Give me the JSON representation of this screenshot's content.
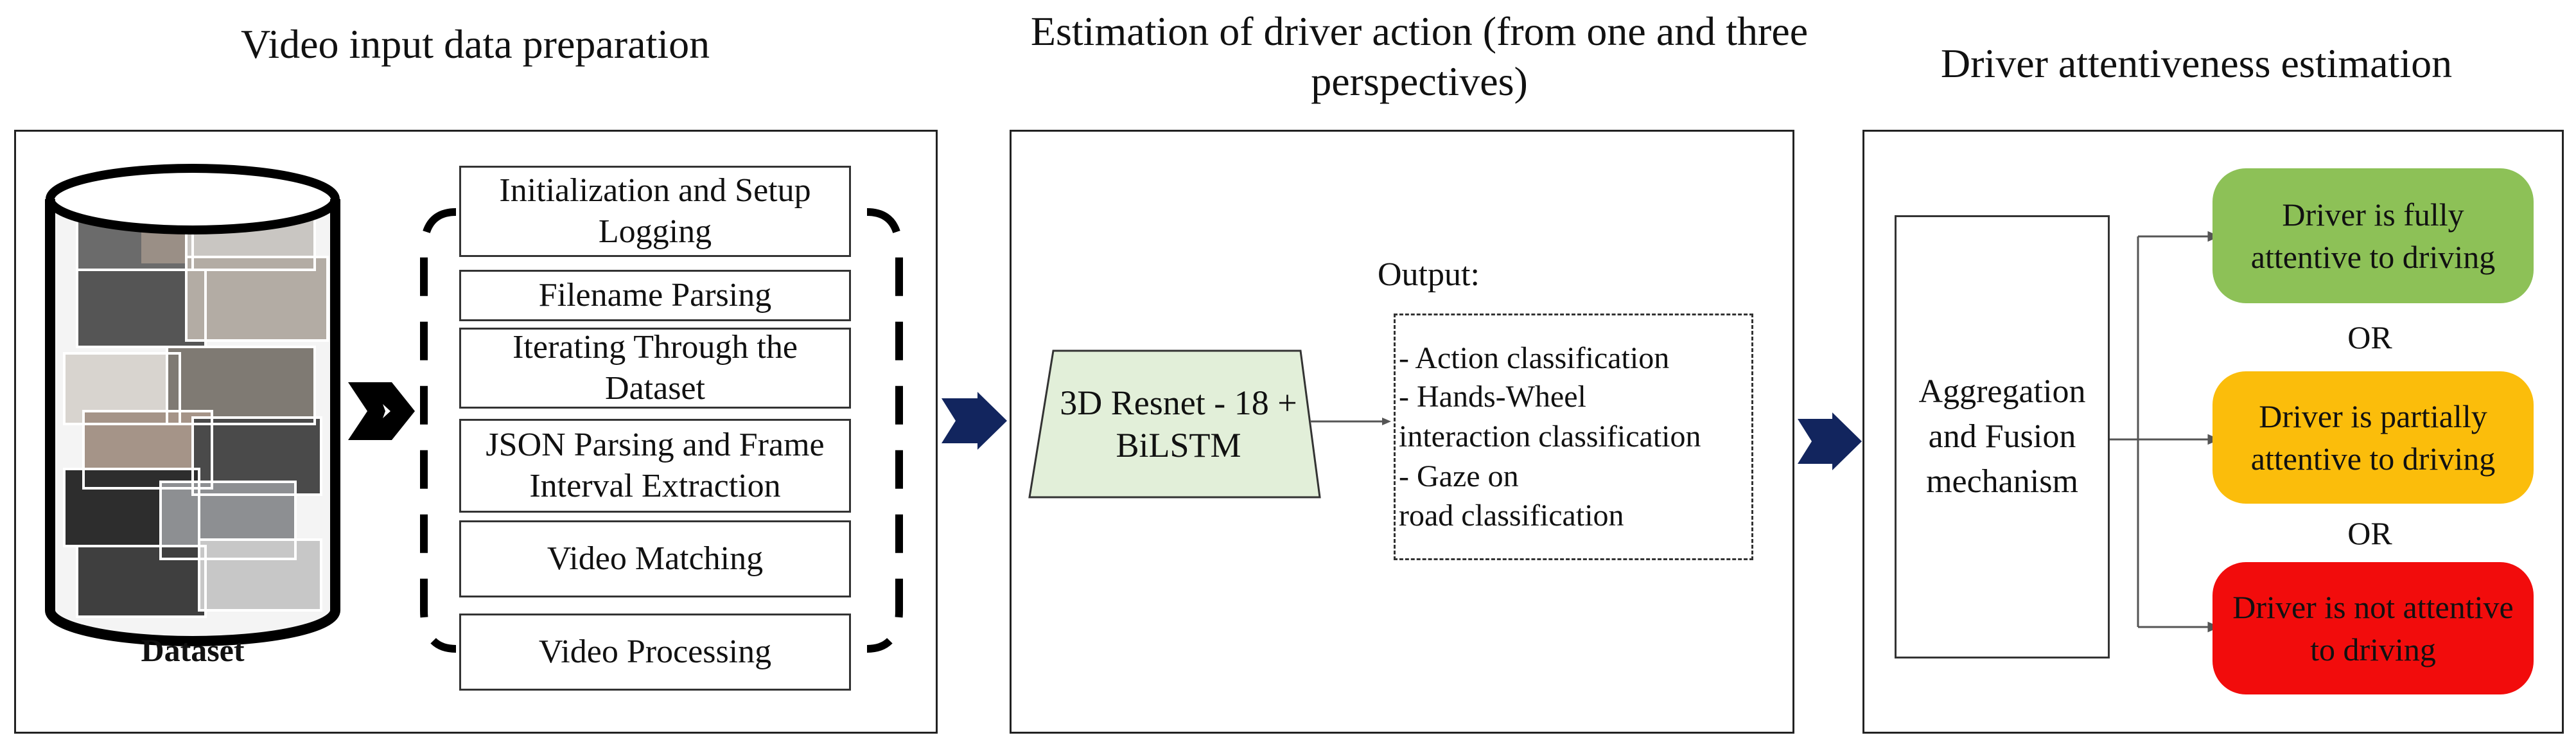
{
  "titles": {
    "section1": "Video input data preparation",
    "section2": "Estimation of driver action (from one and three perspectives)",
    "section3": "Driver attentiveness estimation"
  },
  "section1": {
    "dataset_label": "Dataset",
    "steps": [
      "Initialization and Setup Logging",
      "Filename Parsing",
      "Iterating Through the Dataset",
      "JSON Parsing and Frame Interval Extraction",
      "Video Matching",
      "Video Processing"
    ]
  },
  "section2": {
    "model": "3D Resnet - 18 + BiLSTM",
    "output_title": "Output:",
    "outputs": [
      "- Action classification",
      "- Hands-Wheel",
      "interaction classification",
      "- Gaze on",
      "road classification"
    ]
  },
  "section3": {
    "fusion": "Aggregation and Fusion mechanism",
    "or1": "OR",
    "or2": "OR",
    "outcomes": [
      {
        "text": "Driver is fully attentive to driving",
        "color": "#8dc157"
      },
      {
        "text": "Driver is partially attentive to driving",
        "color": "#fbbd0b"
      },
      {
        "text": "Driver is not attentive to driving",
        "color": "#f20c0c"
      }
    ]
  },
  "colors": {
    "arrow_fill": "#12255e",
    "trapezoid_fill": "#e2efd9"
  }
}
